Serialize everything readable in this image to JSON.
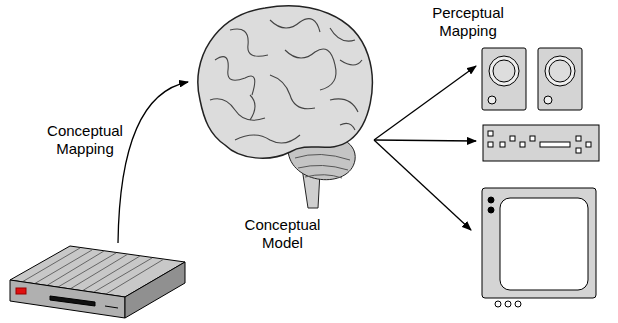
{
  "diagram": {
    "nodes": [
      {
        "text": [
          "Conceptual Model"
        ]
      }
    ],
    "labels": [
      "Conceptual Mapping",
      "Perceptual Mapping"
    ]
  }
}
